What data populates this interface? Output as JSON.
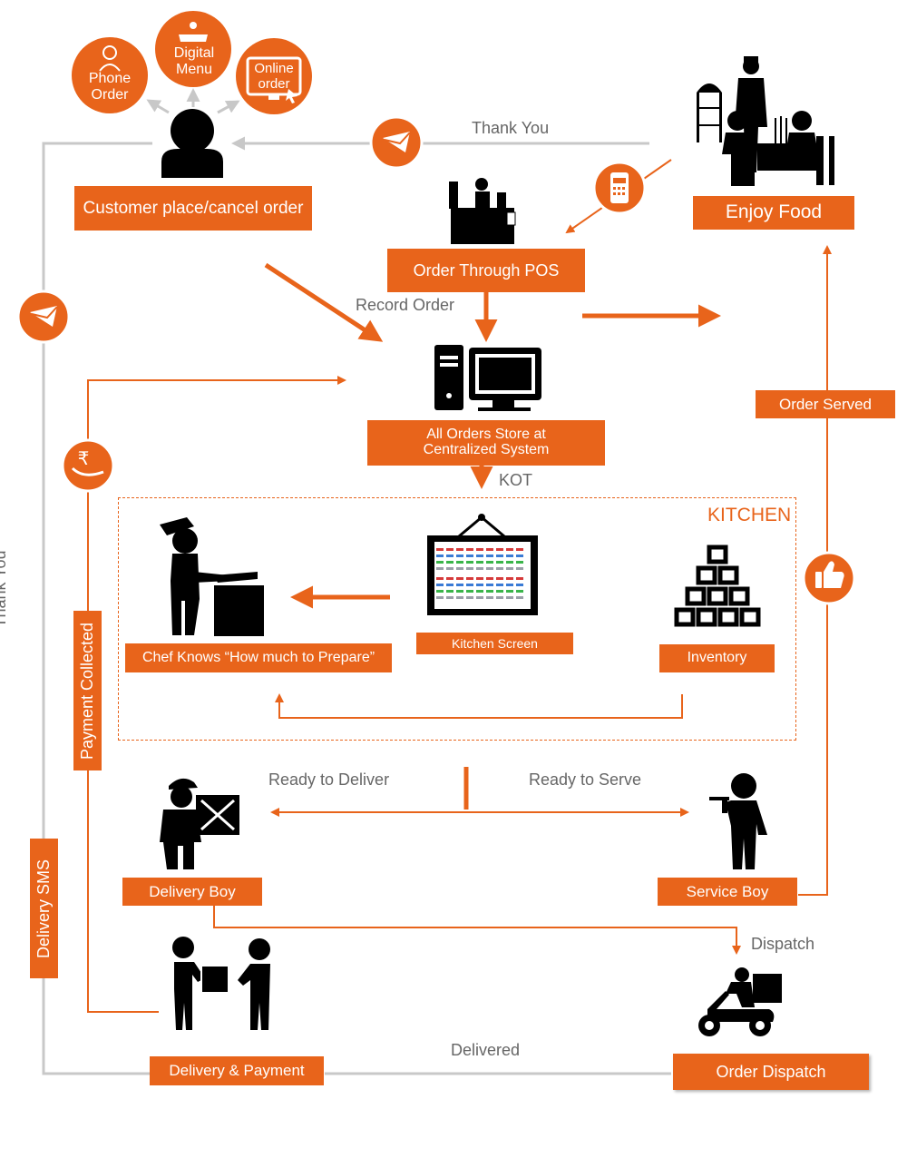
{
  "colors": {
    "accent": "#e8641b",
    "line_gray": "#c8c8c8",
    "text_gray": "#666666",
    "icon": "#000000"
  },
  "channels": {
    "phone": "Phone Order",
    "digital": "Digital Menu",
    "online": "Online order"
  },
  "labels": {
    "customer": "Customer place/cancel order",
    "enjoy_food": "Enjoy Food",
    "pos": "Order Through POS",
    "central": "All Orders Store at Centralized System",
    "kitchen_screen": "Kitchen Screen",
    "chef": "Chef Knows “How much to Prepare”",
    "inventory": "Inventory",
    "order_served": "Order Served",
    "delivery_boy": "Delivery Boy",
    "service_boy": "Service Boy",
    "delivery_payment": "Delivery & Payment",
    "order_dispatch": "Order Dispatch",
    "payment_collected": "Payment Collected",
    "delivery_sms": "Delivery SMS"
  },
  "flow_text": {
    "thank_you_top": "Thank You",
    "thank_you_side": "Thank You",
    "record_order": "Record Order",
    "kot": "KOT",
    "kitchen": "KITCHEN",
    "ready_to_deliver": "Ready to Deliver",
    "ready_to_serve": "Ready to Serve",
    "dispatch": "Dispatch",
    "delivered": "Delivered"
  },
  "icons": [
    "person-icon",
    "phone-order-icon",
    "digital-menu-icon",
    "online-order-icon",
    "message-icon",
    "bill-icon",
    "pos-terminal-icon",
    "restaurant-dining-icon",
    "computer-icon",
    "rupee-payment-icon",
    "thumbs-up-icon",
    "kitchen-screen-icon",
    "chef-icon",
    "inventory-boxes-icon",
    "delivery-boy-icon",
    "waiter-icon",
    "handover-icon",
    "scooter-icon"
  ]
}
